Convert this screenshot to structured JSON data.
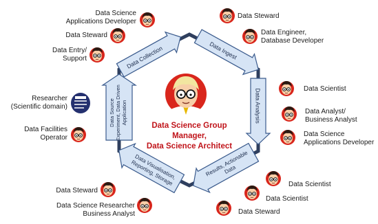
{
  "center_role": [
    "Data Science Group",
    "Manager,",
    "Data Science Architect"
  ],
  "stages": {
    "collection": "Data Collection",
    "ingest": "Data Ingest",
    "analysis": "Data Analysis",
    "results": [
      "Results, Actionable",
      "Data"
    ],
    "visualisation": [
      "Data Visualisation,",
      "Reporting, Storage"
    ],
    "source": [
      "Data Source",
      "Experiment, Data Driven",
      "Application"
    ]
  },
  "roles": {
    "ds_app_dev_top": [
      "Data Science",
      "Applications Developer"
    ],
    "data_steward_tl": "Data Steward",
    "data_entry": [
      "Data Entry/",
      "Support"
    ],
    "researcher": [
      "Researcher",
      "(Scientific domain)"
    ],
    "facilities": [
      "Data Facilities",
      "Operator"
    ],
    "data_steward_bl": "Data Steward",
    "ds_researcher": [
      "Data Science Researcher",
      "Business Analyst"
    ],
    "data_steward_tr": "Data Steward",
    "data_engineer": [
      "Data Engineer,",
      "Database Developer"
    ],
    "data_scientist_r": "Data Scientist",
    "data_analyst": [
      "Data Analyst/",
      "Business Analyst"
    ],
    "ds_app_dev_r": [
      "Data Science",
      "Applications Developer"
    ],
    "data_scientist_br1": "Data Scientist",
    "data_scientist_br2": "Data Scientist",
    "data_steward_br": "Data Steward"
  },
  "colors": {
    "arrow_fill": "#d6e4f5",
    "arrow_stroke": "#3a5a8c",
    "ring": "#2f3f5e",
    "face_bg": "#d9261c",
    "skin": "#f7cfa8",
    "title_red": "#c0141a",
    "brain": "#24306f"
  }
}
